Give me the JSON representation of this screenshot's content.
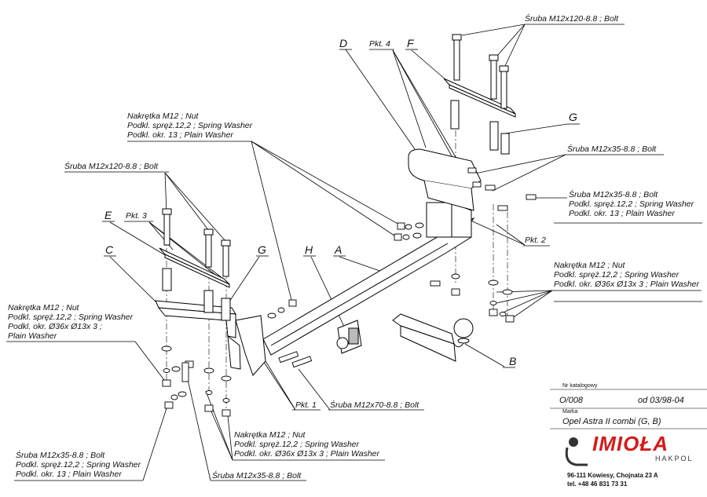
{
  "part_letters": {
    "A": "A",
    "B": "B",
    "C": "C",
    "D": "D",
    "E": "E",
    "F": "F",
    "G_left": "G",
    "G_right": "G",
    "H": "H"
  },
  "labels": {
    "bolt_top_right": "Śruba M12x120-8.8 ;  Bolt",
    "pkt4": "Pkt. 4",
    "pkt3": "Pkt. 3",
    "pkt2": "Pkt. 2",
    "pkt1": "Pkt. 1",
    "nut_top": [
      "Nakrętka  M12 ; Nut",
      "Podkl. spręż.12,2 ; Spring Washer",
      "Podkl. okr. 13 ; Plain Washer"
    ],
    "bolt_left_120": "Śruba M12x120-8.8 ;  Bolt",
    "bolt_right_35": "Śruba M12x35-8.8 ;  Bolt",
    "bolt_right_35_washer": [
      "Śruba M12x35-8.8 ;  Bolt",
      "Podkl. spręż.12,2 ; Spring Washer",
      "Podkl. okr. 13 ; Plain Washer"
    ],
    "nut_right": [
      "Nakrętka  M12 ; Nut",
      "Podkl. spręż.12,2 ; Spring Washer",
      "Podkl. okr.  Ø36x Ø13x 3 ; Plain Washer"
    ],
    "nut_left": [
      "Nakrętka  M12 ; Nut",
      "Podkl. spręż.12,2 ; Spring Washer",
      "Podkl. okr.  Ø36x Ø13x 3 ;",
      "Plain Washer"
    ],
    "bolt_70": "Śruba M12x70-8.8 ;  Bolt",
    "nut_bottom": [
      "Nakrętka  M12 ; Nut",
      "Podkl. spręż.12,2 ; Spring Washer",
      "Podkl. okr.  Ø36x Ø13x 3 ; Plain Washer"
    ],
    "bolt_bottom_left": [
      "Śruba M12x35-8.8 ;  Bolt",
      "Podkl. spręż.12,2 ; Spring Washer",
      "Podkl. okr. 13 ; Plain Washer"
    ],
    "bolt_bottom_35": "Śruba M12x35-8.8 ;  Bolt"
  },
  "info": {
    "catalog_label": "Nr katalogowy",
    "catalog_value": "O/008",
    "date_value": "od 03/98-04",
    "brand_label": "Marka",
    "model_value": "Opel Astra II combi (G, B)"
  },
  "logo": {
    "name": "IMIOŁA",
    "sub": "HAKPOL",
    "color": "#d51a1a"
  },
  "address": {
    "line1": "96-111 Kowiesy, Chojnata 23 A",
    "line2": "tel. +48 46 831 73 31"
  }
}
